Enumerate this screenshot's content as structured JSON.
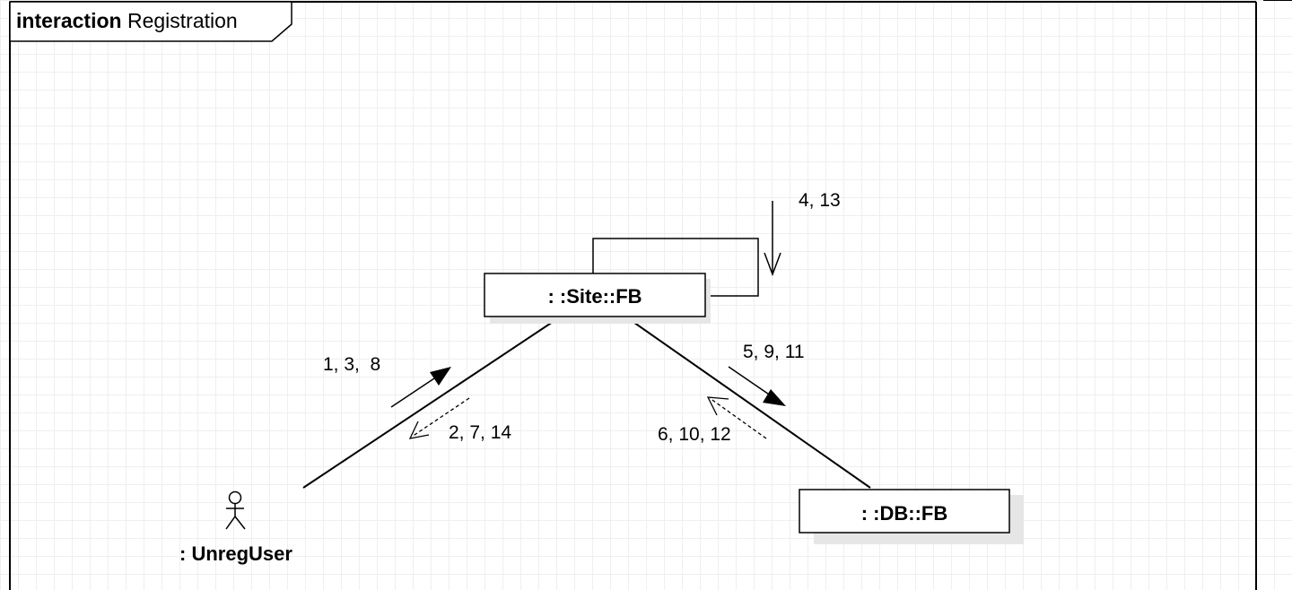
{
  "frame": {
    "keyword": "interaction",
    "name": "Registration"
  },
  "lifelines": {
    "site": {
      "label": ": :Site::FB"
    },
    "db": {
      "label": ": :DB::FB"
    },
    "actor": {
      "label": ": UnregUser"
    }
  },
  "messages": {
    "self_call": "4, 13",
    "user_to_site": "1, 3,  8",
    "site_to_user": "2, 7, 14",
    "site_to_db": "5, 9, 11",
    "db_to_site": "6, 10, 12"
  }
}
